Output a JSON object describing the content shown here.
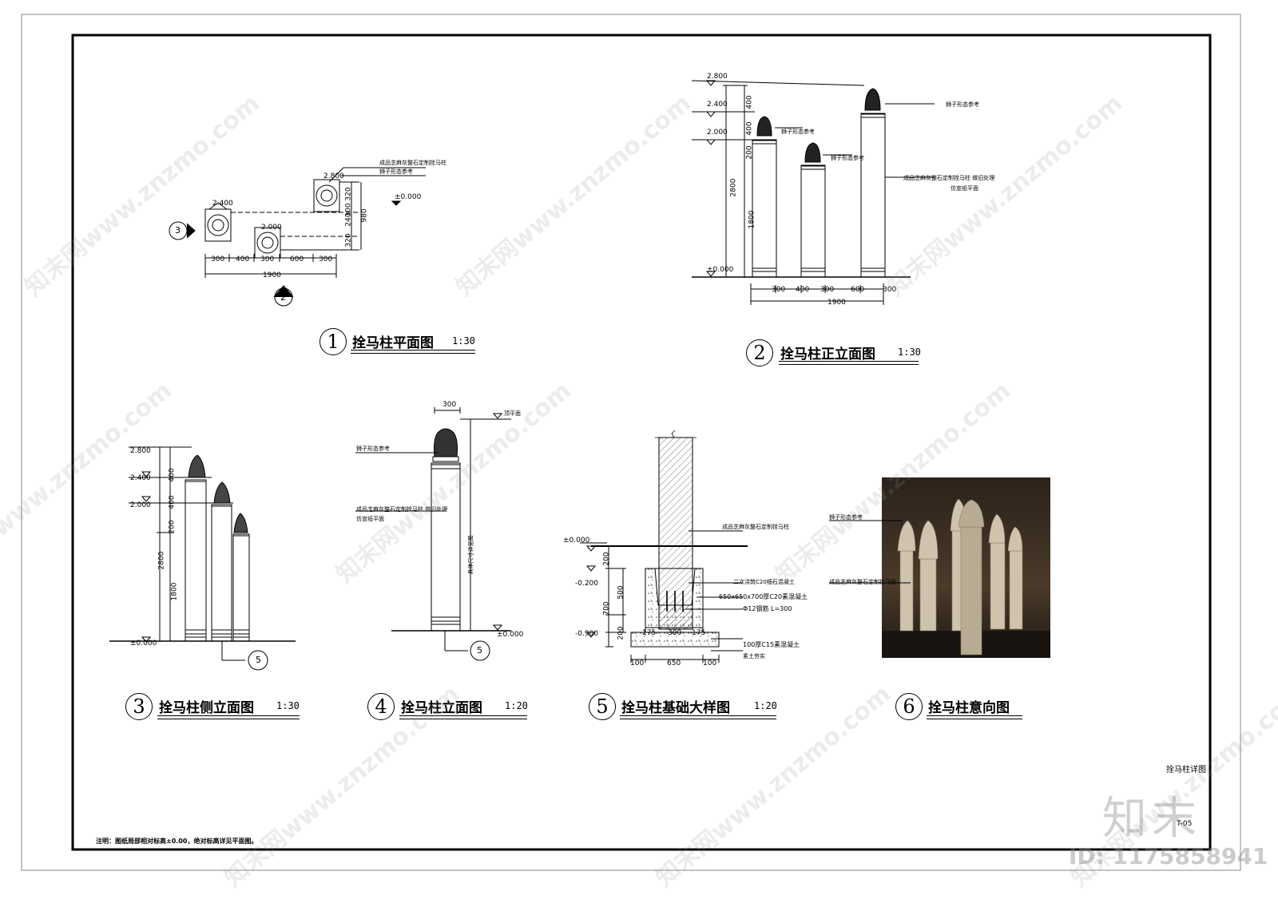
{
  "drawings": [
    {
      "num": "1",
      "title": "拴马柱平面图",
      "scale": "1:30"
    },
    {
      "num": "2",
      "title": "拴马柱正立面图",
      "scale": "1:30"
    },
    {
      "num": "3",
      "title": "拴马柱侧立面图",
      "scale": "1:30"
    },
    {
      "num": "4",
      "title": "拴马柱立面图",
      "scale": "1:20"
    },
    {
      "num": "5",
      "title": "拴马柱基础大样图",
      "scale": "1:20"
    },
    {
      "num": "6",
      "title": "拴马柱意向图",
      "scale": ""
    }
  ],
  "plan": {
    "levels": [
      "2.800",
      "2.400",
      "2.000",
      "±0.000"
    ],
    "dims_h": [
      "300",
      "400",
      "300",
      "600",
      "300"
    ],
    "total": "1900",
    "dims_v": [
      "320",
      "240",
      "100",
      "320"
    ],
    "dim_v_total": "980",
    "note1": "成品芝麻灰整石定制拴马柱",
    "note2": "狮子形态参考",
    "sec_a": "3",
    "sec_b": "2"
  },
  "front": {
    "levels": [
      "2.800",
      "2.400",
      "2.000",
      "±0.000"
    ],
    "dims_v": [
      "400",
      "400",
      "200",
      "2800",
      "1800"
    ],
    "dims_h": [
      "300",
      "400",
      "300",
      "600",
      "300"
    ],
    "total": "1900",
    "note_lion": "狮子形态参考",
    "note_mat": "成品芝麻灰整石定制拴马柱 做旧处理",
    "note_mat2": "仿宣纸平面"
  },
  "side": {
    "levels": [
      "2.800",
      "2.400",
      "2.000",
      "±0.000"
    ],
    "dims_v": [
      "400",
      "400",
      "200",
      "2800",
      "1800"
    ],
    "ref": "5"
  },
  "elev": {
    "dim_top": "300",
    "level_top": "顶平面",
    "note_lion": "狮子形态参考",
    "note_mat": "成品芝麻灰整石定制拴马柱 做旧处理",
    "note_mat2": "仿宣纸平面",
    "height_label": "具体尺寸详见图",
    "level0": "±0.000",
    "ref": "5"
  },
  "found": {
    "levels": [
      "±0.000",
      "-0.200",
      "-0.900"
    ],
    "dims_v": [
      "200",
      "500",
      "700",
      "200"
    ],
    "dims_inner": [
      "175",
      "300",
      "175"
    ],
    "dims_bot": [
      "100",
      "650",
      "100"
    ],
    "notes": [
      "成品芝麻灰整石定制拴马柱",
      "二次浇筑C20细石混凝土",
      "650x650x700厚C20素混凝土",
      "Φ12钢筋 L=300",
      "100厚C15素混凝土",
      "素土夯实"
    ]
  },
  "photo": {
    "note_lion": "狮子形态参考",
    "note_mat": "成品芝麻灰整石定制拴马柱"
  },
  "footer": {
    "note": "注明：图纸局部相对标高±0.00，绝对标高详见平面图。",
    "sheet_title": "拴马柱详图",
    "sheet_no": "T-05"
  },
  "watermark": {
    "text": "知末网www.znzmo.com",
    "brand": "知末",
    "id": "ID: 1175858941"
  },
  "colors": {
    "line": "#000000",
    "hatch": "#666666",
    "photo_bg": "#3a2f24",
    "stone": "#cfc3ad"
  }
}
